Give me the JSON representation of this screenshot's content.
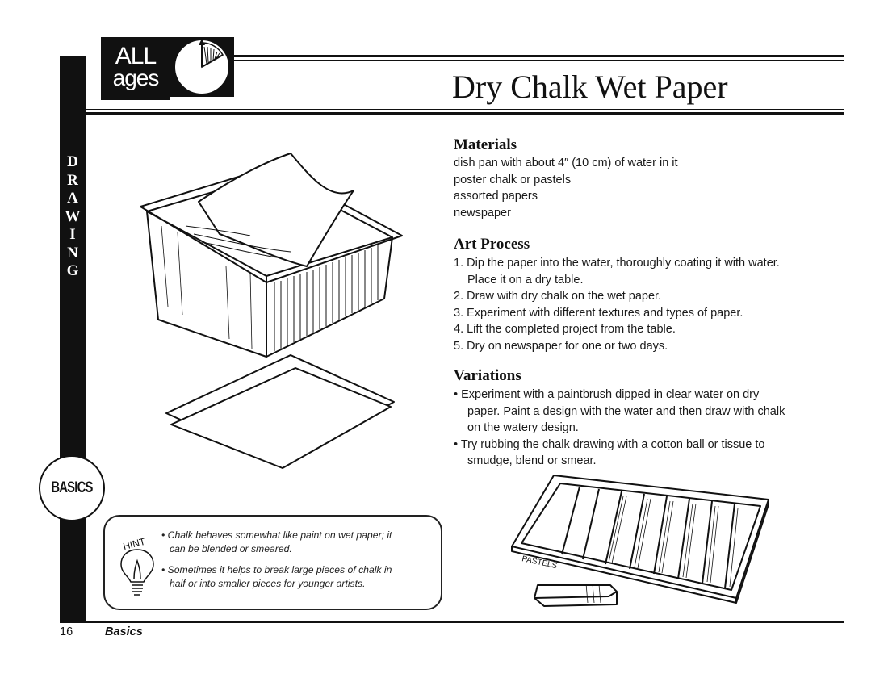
{
  "logo": {
    "line1": "ALL",
    "line2": "ages"
  },
  "title": "Dry Chalk Wet Paper",
  "sidebar_text": [
    "D",
    "R",
    "A",
    "W",
    "I",
    "N",
    "G"
  ],
  "badge": "BASICS",
  "materials": {
    "heading": "Materials",
    "items": [
      "dish pan with about 4″ (10 cm) of water in it",
      "poster chalk or pastels",
      "assorted papers",
      "newspaper"
    ]
  },
  "art_process": {
    "heading": "Art Process",
    "lines": [
      "1. Dip the paper into the water, thoroughly coating it with water.",
      "Place it on a dry table.",
      "2. Draw with dry chalk on the wet paper.",
      "3. Experiment with different textures and types of paper.",
      "4. Lift the completed project from the table.",
      "5. Dry on newspaper for one or two days."
    ]
  },
  "variations": {
    "heading": "Variations",
    "lines": [
      "• Experiment with a paintbrush dipped in clear water on dry",
      "paper. Paint a design with the water and then draw with chalk",
      "on the watery design.",
      "• Try rubbing the chalk drawing with a cotton ball or tissue to",
      "smudge, blend or smear."
    ]
  },
  "hint": {
    "label": "HINT",
    "tips": [
      [
        "• Chalk behaves somewhat like paint on wet paper; it",
        "can be blended or smeared."
      ],
      [
        "• Sometimes it helps to break large pieces of chalk in",
        "half or into smaller pieces for younger artists."
      ]
    ]
  },
  "pastels_label": "PASTELS",
  "footer": {
    "page_number": "16",
    "section": "Basics"
  }
}
